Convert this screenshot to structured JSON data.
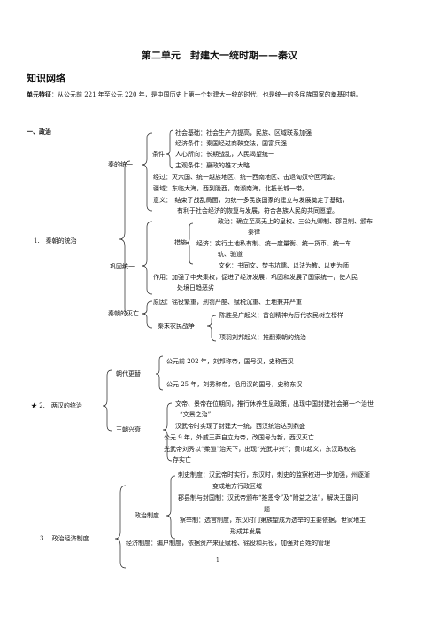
{
  "title": "第二单元　封建大一统时期——秦汉",
  "section_title": "知识网络",
  "unit_feature": {
    "label": "单元特征",
    "text": "：从公元前 221 年至公元 220 年，是中国历史上第一个封建大一统的时代，也是统一的多民族国家的奠基时期。"
  },
  "politics": "一、政治",
  "qin": {
    "heading": "1.　秦朝的统治",
    "unify": "秦的统一",
    "conditions": "条件",
    "c1": "社会基础：社会生产力提高，民族、区域联系加强",
    "c2": "经济条件：秦国经过商鞅变法，国富兵强",
    "c3": "人心所向：长期战乱，人民渴望统一",
    "c4": "主观条件：嬴政的雄才大略",
    "process": "经过：灭六国、统一越族地区、统一西南地区、击退匈奴夺回河套。",
    "territory": "疆域：东临大海，西到陇西，南濒南海，北抵长城一带。",
    "meaning1": "意义：　结束了战乱局面，为统一多民族国家的建立与发展奠定了基础，",
    "meaning2": "有利于社会经济的恢复与发展，符合各族人民的共同愿望。",
    "consolidate": "巩固统一",
    "measures": "措施",
    "pol1": "政治：确立至高无上的皇权、三公九卿制、郡县制、颁布",
    "pol2": "秦律",
    "eco1": "经济：实行土地私有制、统一度量衡、统一货币、统一车",
    "eco2": "轨、驰道",
    "cul": "文化：书同文、焚书坑儒、以法为教、以吏为师",
    "effect1": "作用：加强了中央集权，促进了经济发展，巩固和发展了国家统一，使人民",
    "effect2": "处境日趋恶劣",
    "fall": "秦朝的灭亡",
    "cause": "原因：徭役繁重，刑罚严酷、赋税沉重、土地兼并严重",
    "revolt_label": "秦末农民战争",
    "revolt1": "陈胜吴广起义：首创精神为历代农民树立榜样",
    "revolt2": "项羽刘邦起义：推翻秦朝的统治"
  },
  "han": {
    "heading": "★ 2.　两汉的统治",
    "dynasty": "朝代更替",
    "d1": "公元前 202 年，刘邦称帝，国号汉，史称西汉",
    "d2": "公元 25 年，刘秀称帝，沿用汉的国号，史称东汉",
    "rise": "王朝兴衰",
    "r1a": "文帝、景帝在位期间，推行休养生息政策，出现中国封建社会第一个治世",
    "r1b": "“文景之治”",
    "r2": "汉武帝时实现了封建大一统，西汉统治达到鼎盛",
    "r3": "公元 9 年，外戚王莽自立为帝，改国号为新，西汉灭亡",
    "r4a": "光武帝刘秀以“柔道”治天下，出现“光武中兴”；黄巾起义，东汉政权名",
    "r4b": "存实亡"
  },
  "system": {
    "heading": "3.　政治经济制度",
    "political": "政治制度",
    "p1a": "刺史制度：汉武帝时实行，东汉时，刺史的监察权进一步加强，州逐渐",
    "p1b": "变成地方行政区域",
    "p2a": "郡县制与封国制：汉武帝颁布“推恩令”及“附益之法”，解决王国问",
    "p2b": "题",
    "p3a": "察举制：选官制度，东汉时门第族望成为选举的主要依据，世家地主",
    "p3b": "形成并发展",
    "economic": "经济制度：编户制度，依据资产来征赋税、徭役和兵役，加强对百姓的管理"
  },
  "page_number": "1"
}
